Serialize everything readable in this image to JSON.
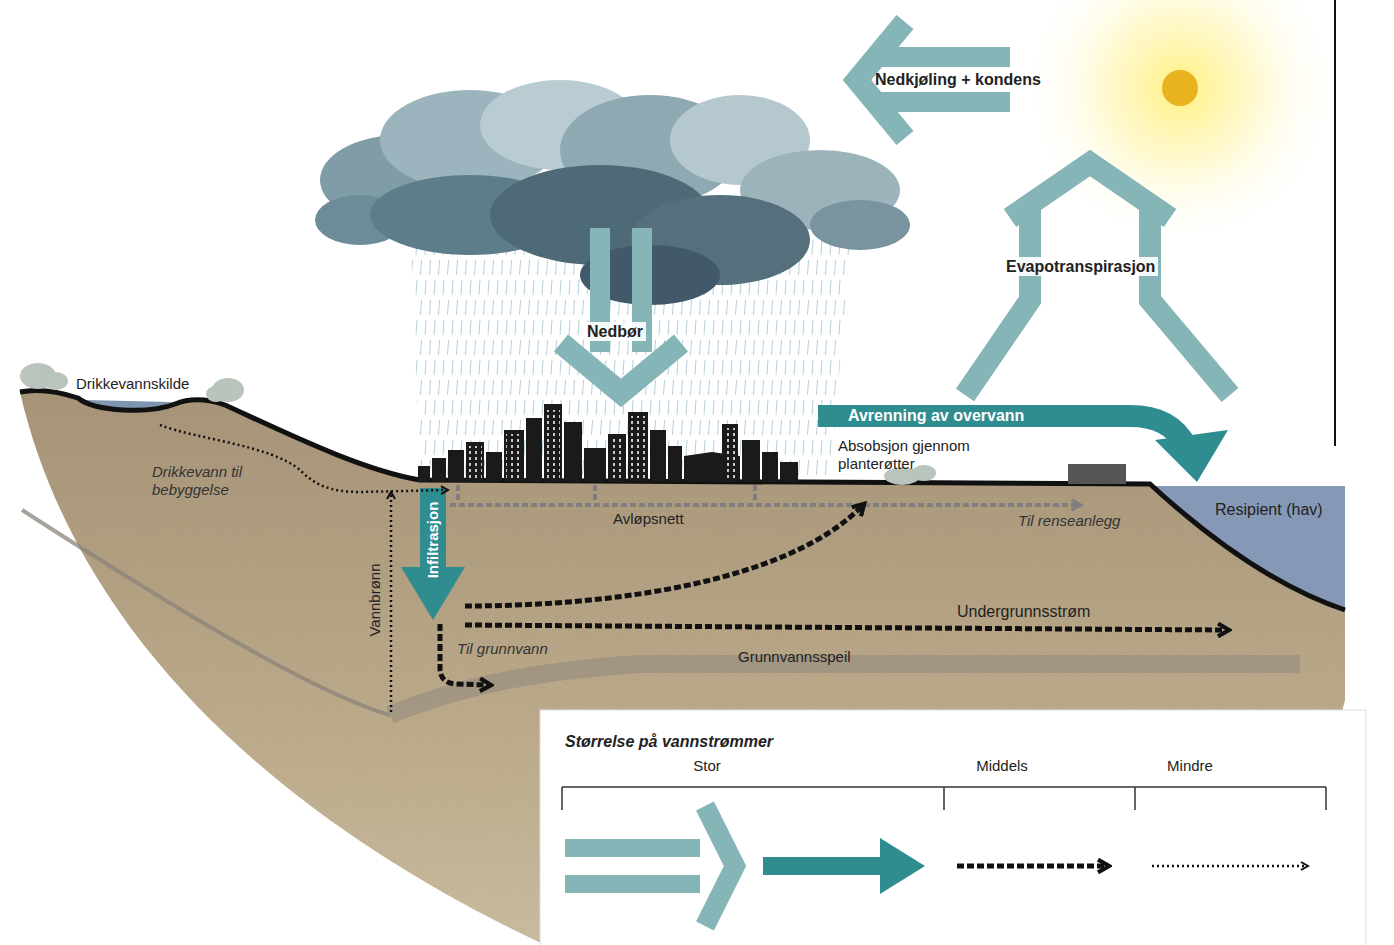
{
  "diagram": {
    "nodes": [
      {
        "text": [
          "Størrelse på vannstrømmer"
        ]
      }
    ],
    "labels": [
      "Nedkjøling + kondens",
      "Evapotranspirasjon",
      "Nedbør",
      "Drikkevannskilde",
      "Drikkevann til bebyggelse",
      "Avrenning av overvann",
      "Absobsjon gjennom planterøtter",
      "Avløpsnett",
      "Infiltrasjon",
      "Vannbrønn",
      "Til renseanlegg",
      "Resipient (hav)",
      "Undergrunnsstrøm",
      "Til grunnvann",
      "Grunnvannsspeil"
    ],
    "legend": [
      {
        "text": "Stor"
      },
      {
        "text": "Middels"
      },
      {
        "text": "Mindre"
      }
    ]
  }
}
